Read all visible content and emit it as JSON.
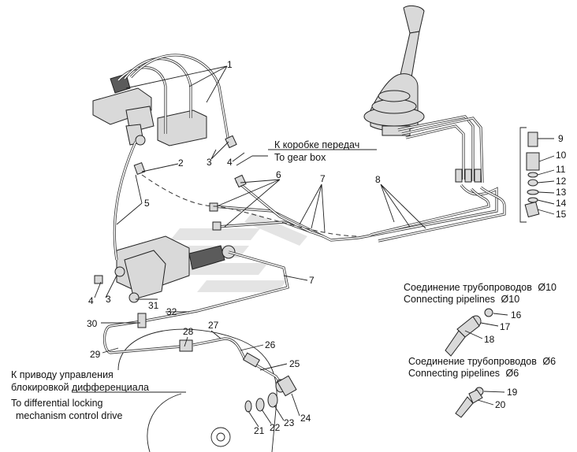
{
  "callouts": {
    "n1": "1",
    "n2": "2",
    "n3a": "3",
    "n3b": "3",
    "n4a": "4",
    "n4b": "4",
    "n5": "5",
    "n6": "6",
    "n7a": "7",
    "n7b": "7",
    "n8": "8",
    "n9": "9",
    "n10": "10",
    "n11": "11",
    "n12": "12",
    "n13": "13",
    "n14": "14",
    "n15": "15",
    "n16": "16",
    "n17": "17",
    "n18": "18",
    "n19": "19",
    "n20": "20",
    "n21": "21",
    "n22": "22",
    "n23": "23",
    "n24": "24",
    "n25": "25",
    "n26": "26",
    "n27": "27",
    "n28": "28",
    "n29": "29",
    "n30": "30",
    "n31": "31",
    "n32": "32"
  },
  "notes": {
    "gearbox_ru": "К коробке передач",
    "gearbox_en": "To gear box",
    "diff_ru_1": "К приводу управления",
    "diff_ru_2": "блокировкой дифференциала",
    "diff_en_1": "To differential locking",
    "diff_en_2": "mechanism control drive",
    "pipe10_ru": "Соединение трубопроводов",
    "pipe10_en": "Connecting pipelines",
    "pipe6_ru": "Соединение трубопроводов",
    "pipe6_en": "Connecting pipelines",
    "dia10": "10",
    "dia6": "6",
    "dia_symbol": "Ø"
  },
  "colors": {
    "line": "#222222",
    "part_fill": "#d9d9d9",
    "watermark": "#cfcfcf"
  }
}
